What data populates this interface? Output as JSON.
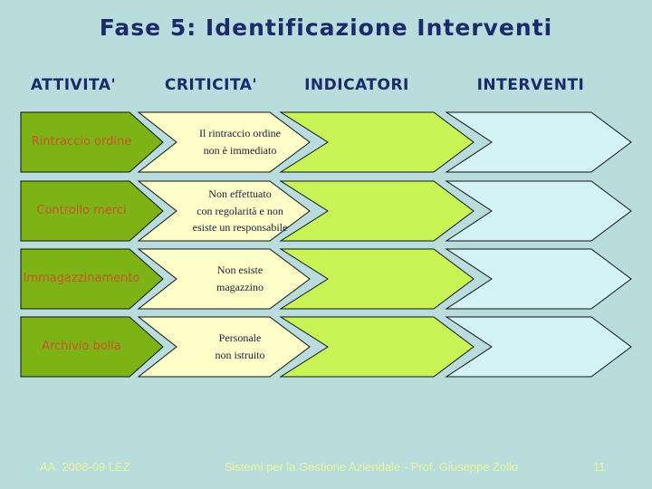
{
  "slide": {
    "title": "Fase 5: Identificazione Interventi"
  },
  "columns": [
    {
      "label": "ATTIVITA'"
    },
    {
      "label": "CRITICITA'"
    },
    {
      "label": "INDICATORI"
    },
    {
      "label": "INTERVENTI"
    }
  ],
  "rows": [
    {
      "activity": "Rintraccio ordine",
      "criticita": "Il rintraccio ordine\nnon è immediato",
      "indicatore": "",
      "intervento": ""
    },
    {
      "activity": "Controllo merci",
      "criticita": "Non effettuato\ncon regolarità e non\nesiste un responsabile",
      "indicatore": "",
      "intervento": ""
    },
    {
      "activity": "Immagazzinamento",
      "criticita": "Non esiste\nmagazzino",
      "indicatore": "",
      "intervento": ""
    },
    {
      "activity": "Archivio bolla",
      "criticita": "Personale\nnon istruito",
      "indicatore": "",
      "intervento": ""
    }
  ],
  "footer": {
    "left": "AA. 2008-09 LEZ",
    "center": "Sistemi per la Gestione Aziendale - Prof. Giuseppe Zollo",
    "page": "11"
  },
  "colors": {
    "background": "#b9dcdd",
    "title_text": "#1b2a6a",
    "header_text": "#1b2a6a",
    "activity_fill": "#7db315",
    "criticita_fill": "#ffffc9",
    "indicatore_fill": "#c9f455",
    "intervento_fill": "#d4f3f6",
    "activity_text": "#c9552b",
    "criticita_text": "#151d3b",
    "footer_text": "#e9f59d"
  }
}
